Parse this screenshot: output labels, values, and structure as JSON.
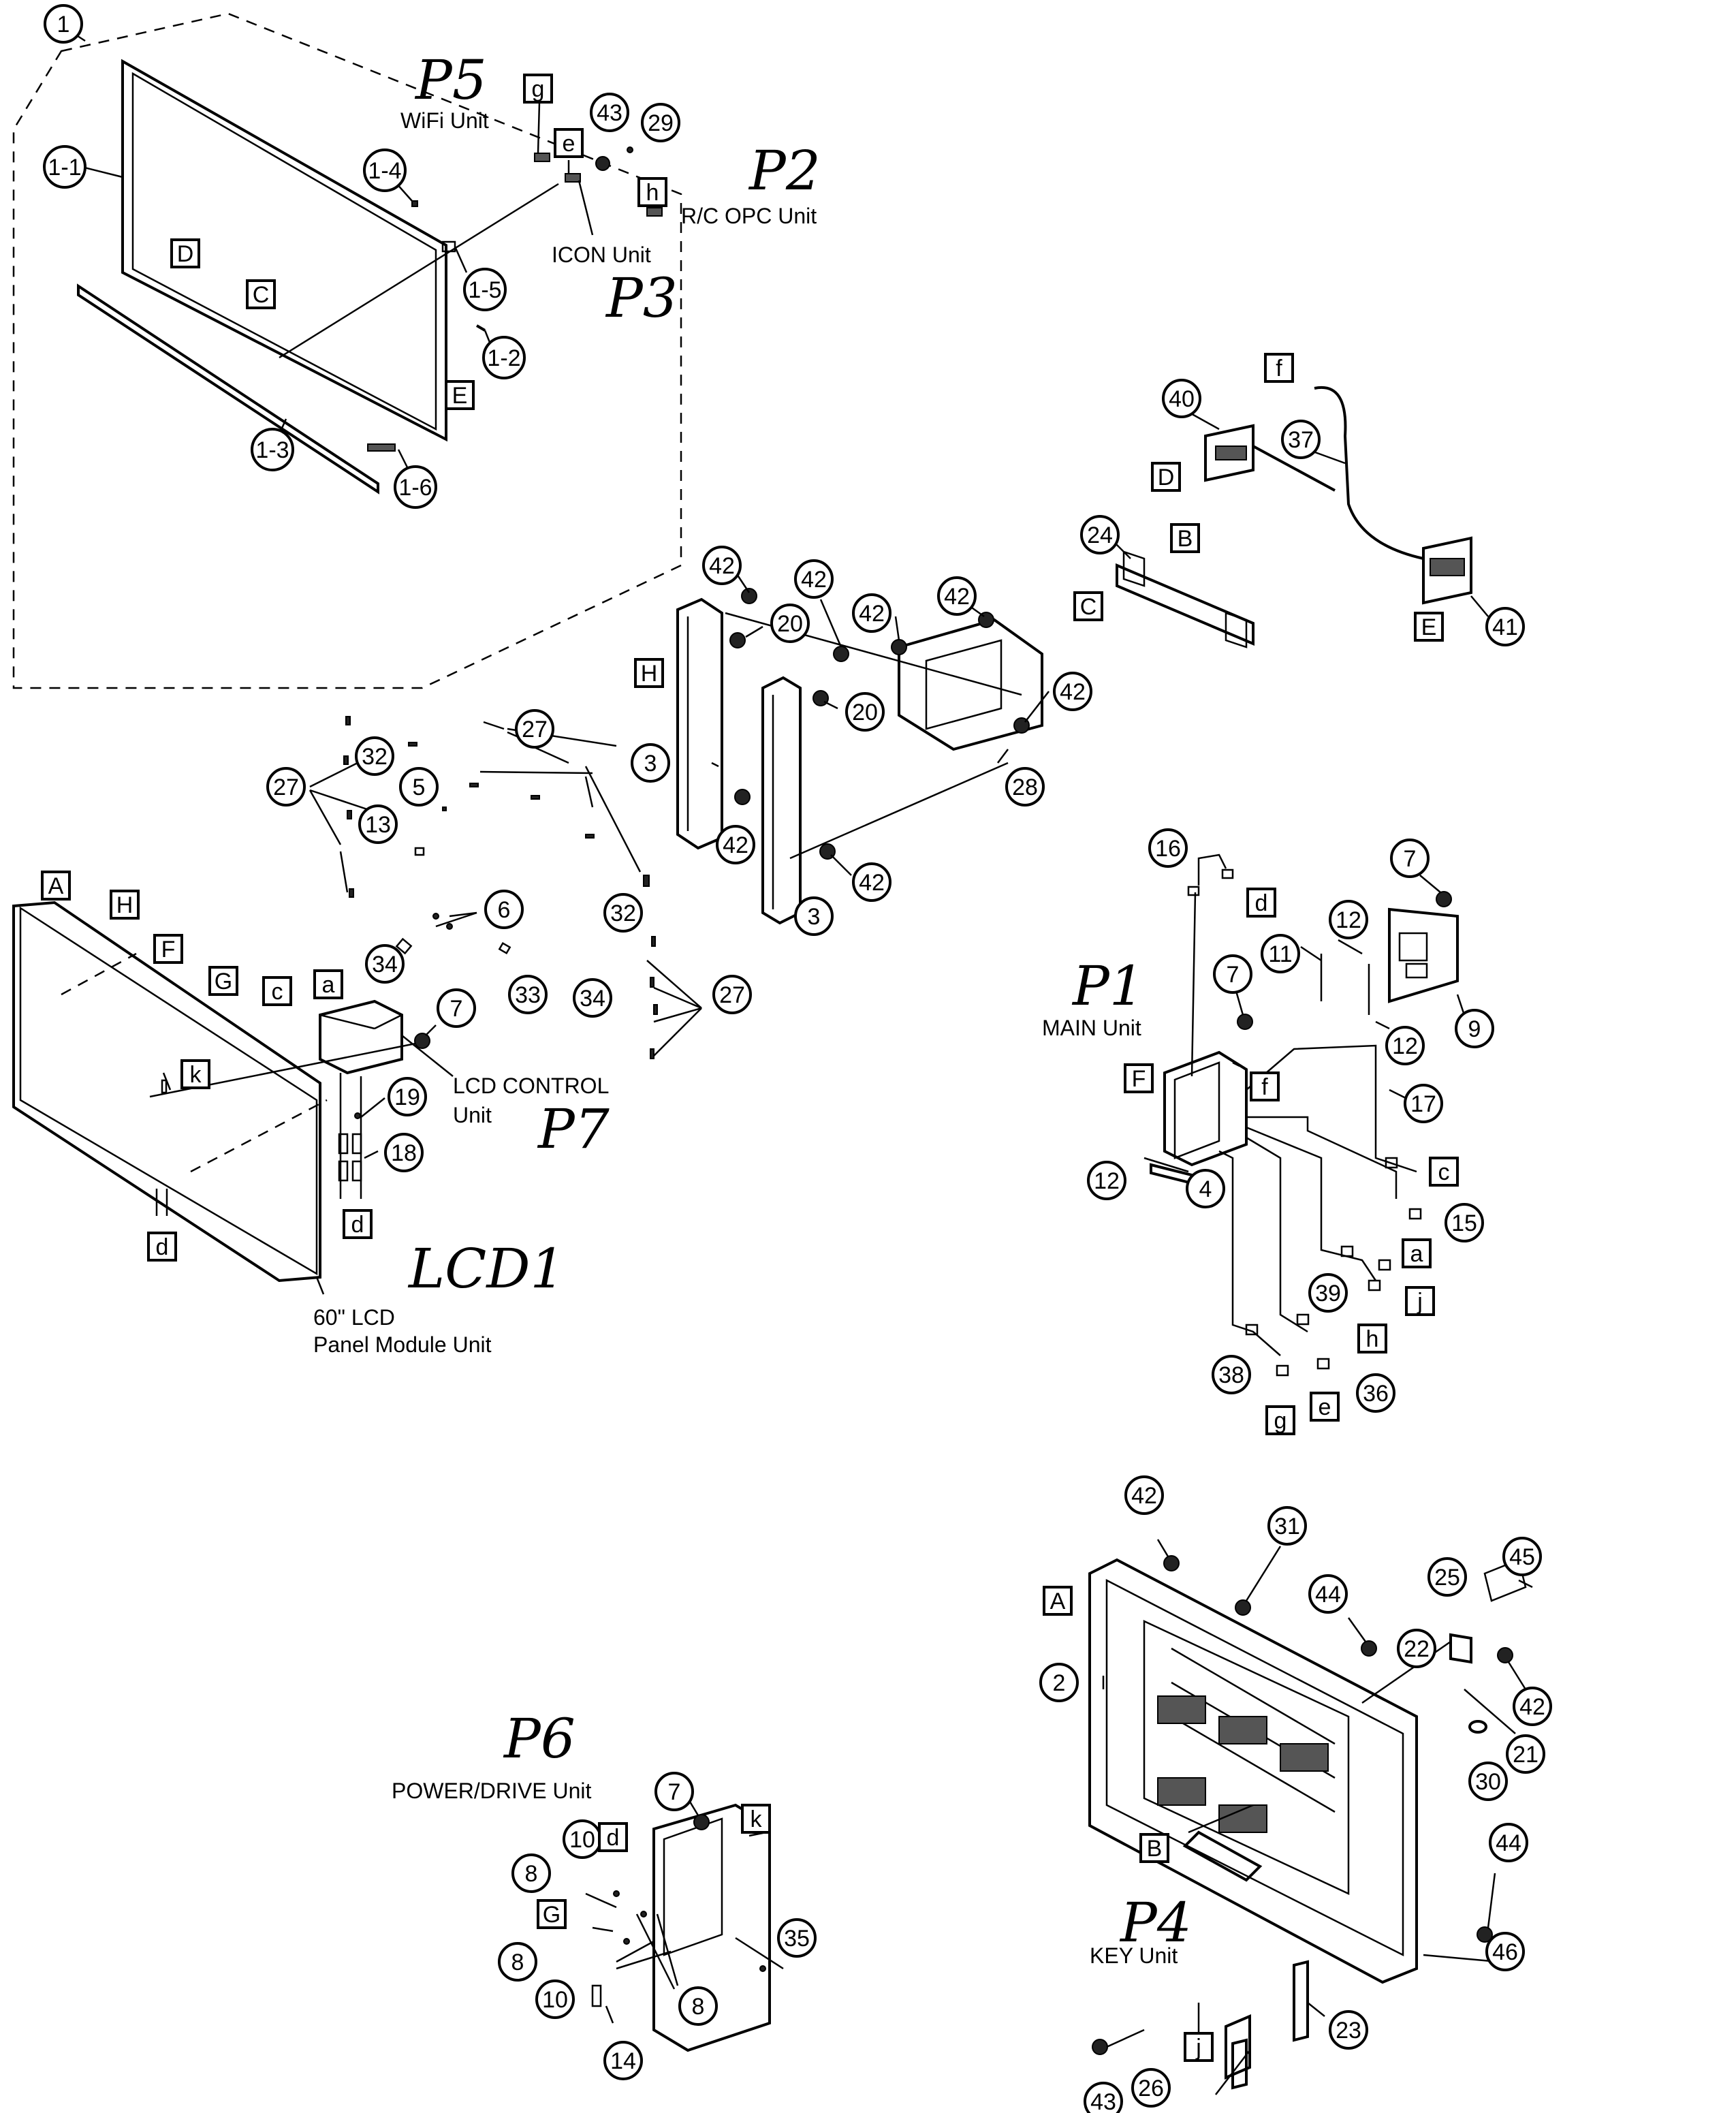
{
  "unit_labels": {
    "p5": "P5",
    "wifi": "WiFi Unit",
    "p2": "P2",
    "rc_opc": "R/C OPC Unit",
    "icon": "ICON Unit",
    "p3": "P3",
    "p1": "P1",
    "main": "MAIN Unit",
    "lcd_control_1": "LCD CONTROL",
    "lcd_control_2": "Unit",
    "p7": "P7",
    "lcd1": "LCD1",
    "lcd_panel_1": "60\" LCD",
    "lcd_panel_2": "Panel Module Unit",
    "p6": "P6",
    "power_drive": "POWER/DRIVE Unit",
    "p4": "P4",
    "key": "KEY Unit"
  },
  "callouts": [
    {
      "id": "c1",
      "label": "1"
    },
    {
      "id": "c1_1",
      "label": "1-1"
    },
    {
      "id": "c1_4",
      "label": "1-4"
    },
    {
      "id": "c1_5",
      "label": "1-5"
    },
    {
      "id": "c1_2",
      "label": "1-2"
    },
    {
      "id": "c1_3",
      "label": "1-3"
    },
    {
      "id": "c1_6",
      "label": "1-6"
    },
    {
      "id": "c43a",
      "label": "43"
    },
    {
      "id": "c29",
      "label": "29"
    },
    {
      "id": "c40",
      "label": "40"
    },
    {
      "id": "c37",
      "label": "37"
    },
    {
      "id": "c24",
      "label": "24"
    },
    {
      "id": "c41",
      "label": "41"
    },
    {
      "id": "c42a",
      "label": "42"
    },
    {
      "id": "c42b",
      "label": "42"
    },
    {
      "id": "c42c",
      "label": "42"
    },
    {
      "id": "c42d",
      "label": "42"
    },
    {
      "id": "c20a",
      "label": "20"
    },
    {
      "id": "c20b",
      "label": "20"
    },
    {
      "id": "c42e",
      "label": "42"
    },
    {
      "id": "c3a",
      "label": "3"
    },
    {
      "id": "c42f",
      "label": "42"
    },
    {
      "id": "c42g",
      "label": "42"
    },
    {
      "id": "c28",
      "label": "28"
    },
    {
      "id": "c3b",
      "label": "3"
    },
    {
      "id": "c27a",
      "label": "27"
    },
    {
      "id": "c32a",
      "label": "32"
    },
    {
      "id": "c27b",
      "label": "27"
    },
    {
      "id": "c5",
      "label": "5"
    },
    {
      "id": "c13",
      "label": "13"
    },
    {
      "id": "c32b",
      "label": "32"
    },
    {
      "id": "c6",
      "label": "6"
    },
    {
      "id": "c34a",
      "label": "34"
    },
    {
      "id": "c33",
      "label": "33"
    },
    {
      "id": "c34b",
      "label": "34"
    },
    {
      "id": "c27c",
      "label": "27"
    },
    {
      "id": "c7a",
      "label": "7"
    },
    {
      "id": "c19",
      "label": "19"
    },
    {
      "id": "c18",
      "label": "18"
    },
    {
      "id": "c16",
      "label": "16"
    },
    {
      "id": "c7b",
      "label": "7"
    },
    {
      "id": "c12a",
      "label": "12"
    },
    {
      "id": "c11",
      "label": "11"
    },
    {
      "id": "c7c",
      "label": "7"
    },
    {
      "id": "c9",
      "label": "9"
    },
    {
      "id": "c12b",
      "label": "12"
    },
    {
      "id": "c17",
      "label": "17"
    },
    {
      "id": "c12c",
      "label": "12"
    },
    {
      "id": "c4",
      "label": "4"
    },
    {
      "id": "c15",
      "label": "15"
    },
    {
      "id": "c39",
      "label": "39"
    },
    {
      "id": "c38",
      "label": "38"
    },
    {
      "id": "c36",
      "label": "36"
    },
    {
      "id": "c42h",
      "label": "42"
    },
    {
      "id": "c31",
      "label": "31"
    },
    {
      "id": "c44a",
      "label": "44"
    },
    {
      "id": "c25",
      "label": "25"
    },
    {
      "id": "c45",
      "label": "45"
    },
    {
      "id": "c22",
      "label": "22"
    },
    {
      "id": "c2",
      "label": "2"
    },
    {
      "id": "c42i",
      "label": "42"
    },
    {
      "id": "c21",
      "label": "21"
    },
    {
      "id": "c30",
      "label": "30"
    },
    {
      "id": "c44b",
      "label": "44"
    },
    {
      "id": "c46",
      "label": "46"
    },
    {
      "id": "c23",
      "label": "23"
    },
    {
      "id": "c26",
      "label": "26"
    },
    {
      "id": "c43b",
      "label": "43"
    },
    {
      "id": "c7d",
      "label": "7"
    },
    {
      "id": "c10a",
      "label": "10"
    },
    {
      "id": "c8a",
      "label": "8"
    },
    {
      "id": "c8b",
      "label": "8"
    },
    {
      "id": "c35",
      "label": "35"
    },
    {
      "id": "c10b",
      "label": "10"
    },
    {
      "id": "c8c",
      "label": "8"
    },
    {
      "id": "c14",
      "label": "14"
    }
  ],
  "connectors": [
    {
      "id": "b_g1",
      "label": "g"
    },
    {
      "id": "b_e1",
      "label": "e"
    },
    {
      "id": "b_h1",
      "label": "h"
    },
    {
      "id": "b_D1",
      "label": "D"
    },
    {
      "id": "b_C1",
      "label": "C"
    },
    {
      "id": "b_E1",
      "label": "E"
    },
    {
      "id": "b_f1",
      "label": "f"
    },
    {
      "id": "b_D2",
      "label": "D"
    },
    {
      "id": "b_B1",
      "label": "B"
    },
    {
      "id": "b_C2",
      "label": "C"
    },
    {
      "id": "b_E2",
      "label": "E"
    },
    {
      "id": "b_H1",
      "label": "H"
    },
    {
      "id": "b_A1",
      "label": "A"
    },
    {
      "id": "b_H2",
      "label": "H"
    },
    {
      "id": "b_F1",
      "label": "F"
    },
    {
      "id": "b_G1",
      "label": "G"
    },
    {
      "id": "b_c1",
      "label": "c"
    },
    {
      "id": "b_a1",
      "label": "a"
    },
    {
      "id": "b_k1",
      "label": "k"
    },
    {
      "id": "b_d1",
      "label": "d"
    },
    {
      "id": "b_d2",
      "label": "d"
    },
    {
      "id": "b_d3",
      "label": "d"
    },
    {
      "id": "b_F2",
      "label": "F"
    },
    {
      "id": "b_f2",
      "label": "f"
    },
    {
      "id": "b_c2",
      "label": "c"
    },
    {
      "id": "b_a2",
      "label": "a"
    },
    {
      "id": "b_j1",
      "label": "j"
    },
    {
      "id": "b_h2",
      "label": "h"
    },
    {
      "id": "b_e2",
      "label": "e"
    },
    {
      "id": "b_g2",
      "label": "g"
    },
    {
      "id": "b_A2",
      "label": "A"
    },
    {
      "id": "b_B2",
      "label": "B"
    },
    {
      "id": "b_d4",
      "label": "d"
    },
    {
      "id": "b_k2",
      "label": "k"
    },
    {
      "id": "b_G2",
      "label": "G"
    },
    {
      "id": "b_j2",
      "label": "j"
    }
  ]
}
